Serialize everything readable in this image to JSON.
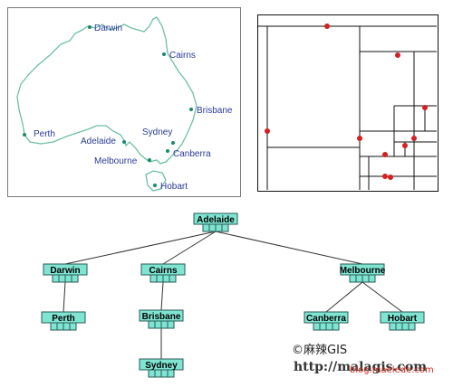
{
  "map": {
    "cities": [
      "Darwin",
      "Cairns",
      "Brisbane",
      "Sydney",
      "Canberra",
      "Melbourne",
      "Adelaide",
      "Perth",
      "Hobart"
    ]
  },
  "tree": {
    "root": "Adelaide",
    "level1": [
      "Darwin",
      "Cairns",
      "Melbourne"
    ],
    "level2": [
      "Perth",
      "Brisbane",
      "Canberra",
      "Hobart"
    ],
    "level3": [
      "Sydney"
    ]
  },
  "watermark": {
    "copyright": "©麻辣GIS",
    "url": "http://malagis.com",
    "blog": "blog.maelede.com"
  },
  "colors": {
    "coastline": "#6fbfa7",
    "city_dot": "#1a8a6a",
    "city_text": "#2a3a9a",
    "node_fill": "#7fe5d2",
    "node_stroke": "#2a5a55",
    "quad_point": "#d42020"
  }
}
